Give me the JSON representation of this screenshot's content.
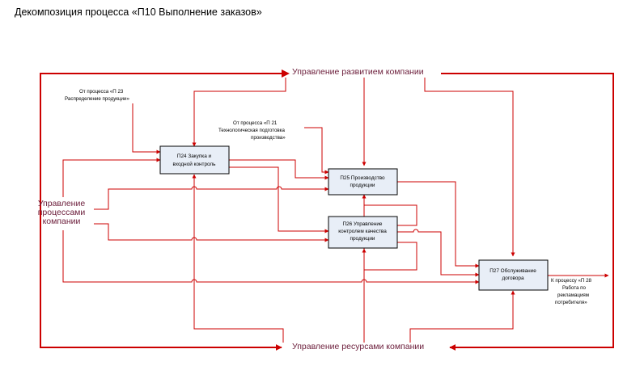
{
  "title": "Декомпозиция процесса «П10 Выполнение заказов»",
  "colors": {
    "arrow": "#cc0000",
    "box_fill": "#e8eef7",
    "label": "#6b1d3a"
  },
  "labels": {
    "top": "Управление развитием компании",
    "bottom": "Управление ресурсами компании",
    "left": [
      "Управление",
      "процессами",
      "компании"
    ]
  },
  "notes": {
    "from23": [
      "От процесса «П   23",
      "Распределение продукции»"
    ],
    "from21": [
      "От процесса «П   21",
      "Технологическая подготовка",
      "производства»"
    ],
    "to28": [
      "К процессу «П   28",
      "Работа по",
      "рекламациям",
      "потребителя»"
    ]
  },
  "boxes": [
    {
      "id": "p24",
      "lines": [
        "П24  Закупка и",
        "входной контроль"
      ]
    },
    {
      "id": "p25",
      "lines": [
        "П25  Производство",
        "продукции"
      ]
    },
    {
      "id": "p26",
      "lines": [
        "П26  Управление",
        "контролем качества",
        "продукции"
      ]
    },
    {
      "id": "p27",
      "lines": [
        "П27  Обслуживание",
        "договора"
      ]
    }
  ]
}
